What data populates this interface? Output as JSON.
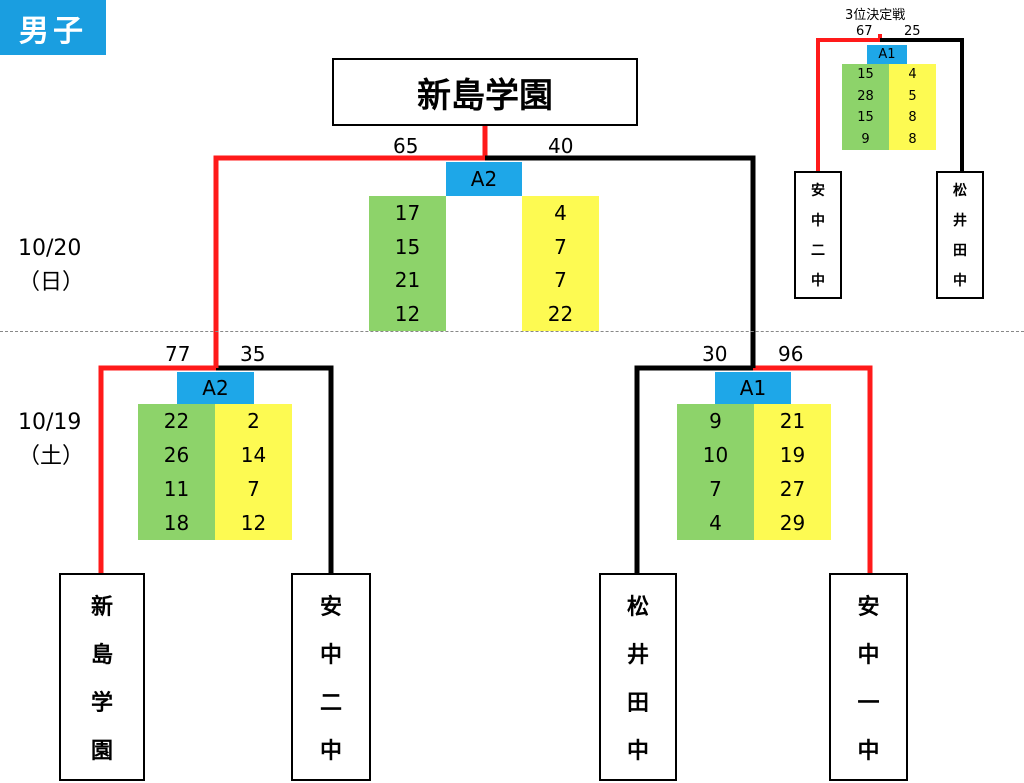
{
  "header": {
    "tag": "男子"
  },
  "champion": "新島学園",
  "dates": {
    "day2": "10/20",
    "day2_weekday": "（日）",
    "day1": "10/19",
    "day1_weekday": "（土）"
  },
  "final": {
    "court": "A2",
    "left_total": "65",
    "right_total": "40",
    "left_quarters": [
      "17",
      "15",
      "21",
      "12"
    ],
    "right_quarters": [
      "4",
      "7",
      "7",
      "22"
    ]
  },
  "semi_left": {
    "court": "A2",
    "left_total": "77",
    "right_total": "35",
    "left_quarters": [
      "22",
      "26",
      "11",
      "18"
    ],
    "right_quarters": [
      "2",
      "14",
      "7",
      "12"
    ]
  },
  "semi_right": {
    "court": "A1",
    "left_total": "30",
    "right_total": "96",
    "left_quarters": [
      "9",
      "10",
      "7",
      "4"
    ],
    "right_quarters": [
      "21",
      "19",
      "27",
      "29"
    ]
  },
  "third_place": {
    "title": "3位決定戦",
    "court": "A1",
    "left_total": "67",
    "right_total": "25",
    "left_quarters": [
      "15",
      "28",
      "15",
      "9"
    ],
    "right_quarters": [
      "4",
      "5",
      "8",
      "8"
    ],
    "left_team": [
      "安",
      "中",
      "二",
      "中"
    ],
    "right_team": [
      "松",
      "井",
      "田",
      "中"
    ]
  },
  "teams": [
    {
      "chars": [
        "新",
        "島",
        "学",
        "園"
      ]
    },
    {
      "chars": [
        "安",
        "中",
        "二",
        "中"
      ]
    },
    {
      "chars": [
        "松",
        "井",
        "田",
        "中"
      ]
    },
    {
      "chars": [
        "安",
        "中",
        "一",
        "中"
      ]
    }
  ],
  "colors": {
    "winner_line": "#ff1a1a",
    "loser_line": "#000000",
    "court": "#1ea7e8",
    "winner_scores": "#8dd36a",
    "loser_scores": "#fdfa52"
  }
}
